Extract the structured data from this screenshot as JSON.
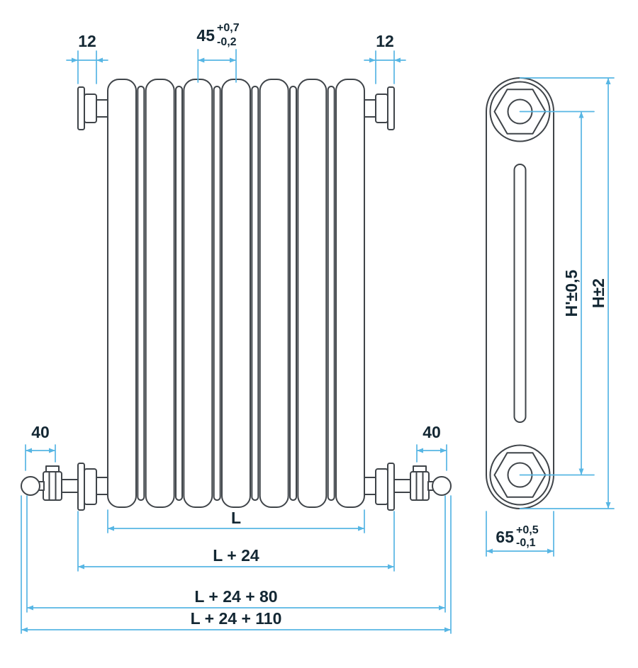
{
  "colors": {
    "background": "#ffffff",
    "drawing": "#3f4449",
    "dimension": "#57b6e4",
    "text": "#132733"
  },
  "drawing": {
    "front_view_columns": 7,
    "rear_columns_visible": 6
  },
  "labels": {
    "stub_left": "12",
    "stub_right": "12",
    "pitch_value": "45",
    "pitch_tol_plus": "+0,7",
    "pitch_tol_minus": "-0,2",
    "valve_left": "40",
    "valve_right": "40",
    "length": "L",
    "length_plus24": "L + 24",
    "length_plus24_80": "L + 24 + 80",
    "length_plus24_110": "L + 24 + 110",
    "height_centers": "H'±0,5",
    "height_overall": "H±2",
    "depth_value": "65",
    "depth_tol_plus": "+0,5",
    "depth_tol_minus": "-0,1"
  }
}
